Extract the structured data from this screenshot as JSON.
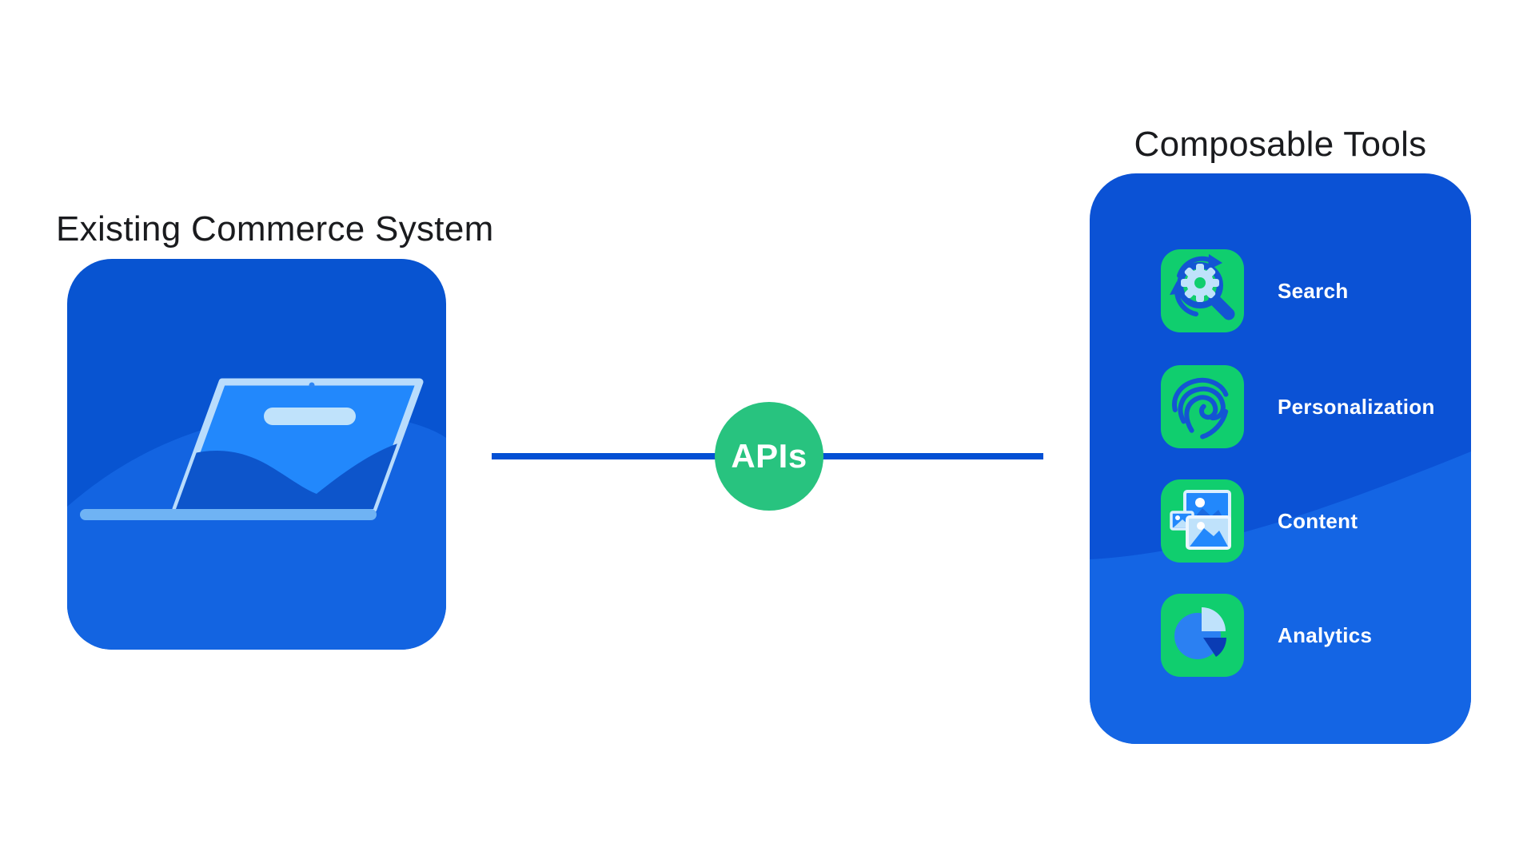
{
  "page": {
    "background": "#ffffff"
  },
  "left": {
    "title": "Existing Commerce System",
    "illustration": "laptop-illustration",
    "box_color": "#0854d1",
    "swoosh_color": "#1364e1",
    "laptop_screen_color": "#2288fc",
    "laptop_frame_color": "#b9dcfc"
  },
  "connector": {
    "label": "APIs",
    "line_color": "#0450d4",
    "badge_color": "#28c37f"
  },
  "right": {
    "title": "Composable Tools",
    "panel_color": "#0b52d5",
    "panel_swoosh_color": "#1465e4",
    "tile_color": "#10ce6e",
    "tools": [
      {
        "label": "Search",
        "icon": "search-gear-magnifier-icon"
      },
      {
        "label": "Personalization",
        "icon": "fingerprint-icon"
      },
      {
        "label": "Content",
        "icon": "images-stack-icon"
      },
      {
        "label": "Analytics",
        "icon": "pie-chart-icon"
      }
    ]
  }
}
